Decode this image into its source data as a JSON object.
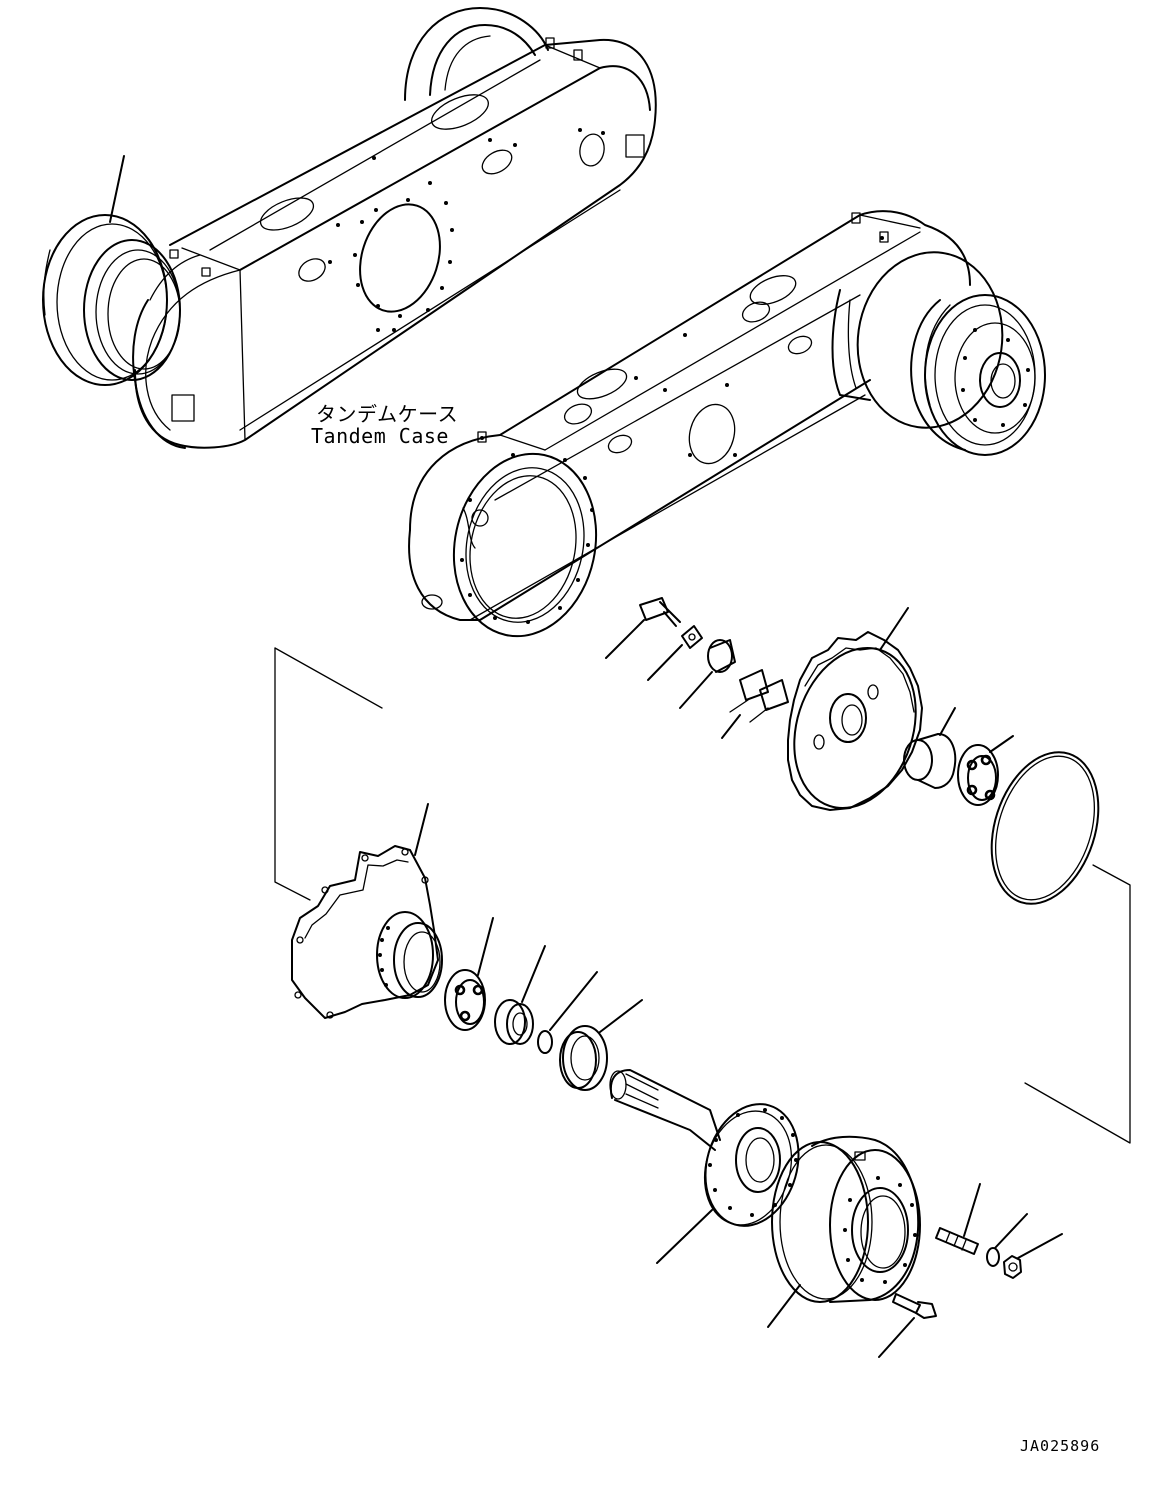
{
  "diagram": {
    "part_label_jp": "タンデムケース",
    "part_label_en": "Tandem Case",
    "drawing_id": "JA025896"
  }
}
